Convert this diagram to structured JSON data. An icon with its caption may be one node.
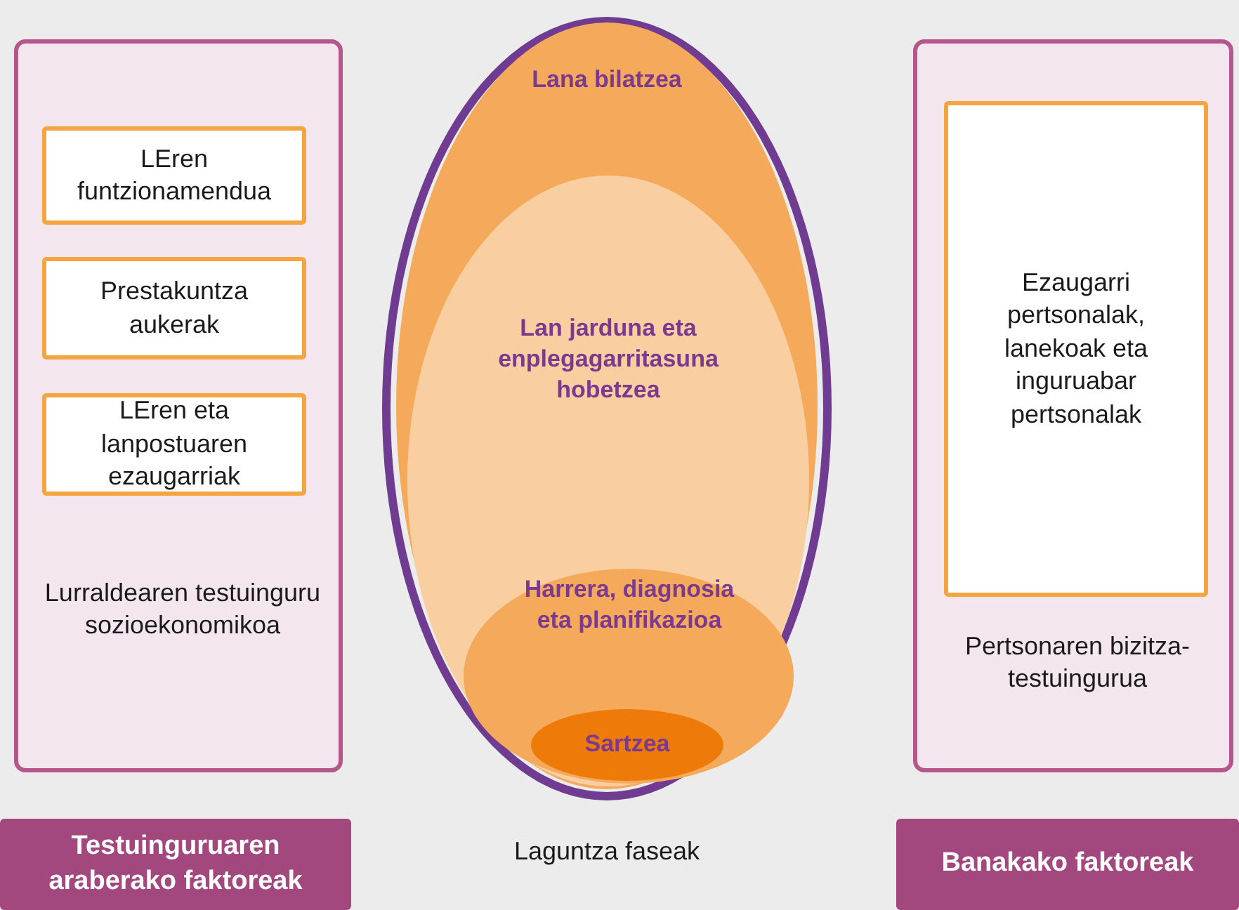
{
  "diagram": {
    "nodes": [
      {
        "text": [
          "Lurraldearen testuinguru sozioekonomikoa"
        ]
      },
      {
        "text": [
          "LEren funtzionamendua"
        ],
        "in": 0
      },
      {
        "text": [
          "Prestakuntza aukerak"
        ],
        "in": 0
      },
      {
        "text": [
          "LEren eta lanpostuaren ezaugarriak"
        ],
        "in": 0
      },
      {
        "text": [],
        "shape": "ellipse"
      },
      {
        "text": [
          "Lana bilatzea"
        ],
        "in": 4
      },
      {
        "text": [
          "Lan jarduna eta enplegagarritasuna hobetzea"
        ],
        "in": 5
      },
      {
        "text": [
          "Harrera, diagnosia eta planifikazioa"
        ],
        "in": 6
      },
      {
        "text": [
          "Sartzea"
        ],
        "in": 7
      },
      {
        "text": [
          "Pertsonaren bizitza-testuingurua"
        ]
      },
      {
        "text": [
          "Ezaugarri pertsonalak, lanekoak eta inguruabar pertsonalak"
        ],
        "in": 9
      },
      {
        "text": [
          "Testuinguruaren araberako faktoreak"
        ]
      },
      {
        "text": [
          "Banakako faktoreak"
        ]
      }
    ],
    "labels": [
      "Laguntza faseak"
    ]
  }
}
